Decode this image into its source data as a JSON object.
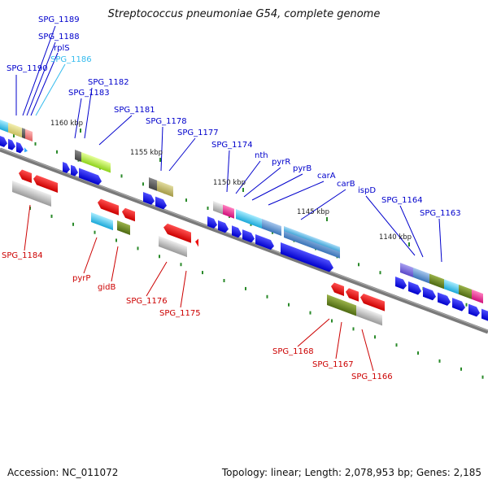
{
  "header": {
    "title": "Streptococcus pneumoniae G54, complete genome"
  },
  "footer": {
    "accession": "Accession: NC_011072",
    "summary": "Topology: linear; Length: 2,078,953 bp; Genes: 2,185"
  },
  "scale_ticks": [
    {
      "label": "1160 kbp"
    },
    {
      "label": "1155 kbp"
    },
    {
      "label": "1150 kbp"
    },
    {
      "label": "1145 kbp"
    },
    {
      "label": "1140 kbp"
    }
  ],
  "gene_labels": [
    {
      "text": "SPG_1189",
      "color": "#0000cc"
    },
    {
      "text": "SPG_1188",
      "color": "#0000cc"
    },
    {
      "text": "rplS",
      "color": "#0000cc"
    },
    {
      "text": "SPG_1186",
      "color": "#33bbee"
    },
    {
      "text": "SPG_1190",
      "color": "#0000cc"
    },
    {
      "text": "SPG_1182",
      "color": "#0000cc"
    },
    {
      "text": "SPG_1183",
      "color": "#0000cc"
    },
    {
      "text": "SPG_1181",
      "color": "#0000cc"
    },
    {
      "text": "SPG_1178",
      "color": "#0000cc"
    },
    {
      "text": "SPG_1177",
      "color": "#0000cc"
    },
    {
      "text": "SPG_1174",
      "color": "#0000cc"
    },
    {
      "text": "nth",
      "color": "#0000cc"
    },
    {
      "text": "pyrR",
      "color": "#0000cc"
    },
    {
      "text": "pyrB",
      "color": "#0000cc"
    },
    {
      "text": "carA",
      "color": "#0000cc"
    },
    {
      "text": "carB",
      "color": "#0000cc"
    },
    {
      "text": "ispD",
      "color": "#0000cc"
    },
    {
      "text": "SPG_1164",
      "color": "#0000cc"
    },
    {
      "text": "SPG_1163",
      "color": "#0000cc"
    },
    {
      "text": "SPG_1184",
      "color": "#cc0000"
    },
    {
      "text": "pyrP",
      "color": "#cc0000"
    },
    {
      "text": "gidB",
      "color": "#cc0000"
    },
    {
      "text": "SPG_1176",
      "color": "#cc0000"
    },
    {
      "text": "SPG_1175",
      "color": "#cc0000"
    },
    {
      "text": "SPG_1168",
      "color": "#cc0000"
    },
    {
      "text": "SPG_1167",
      "color": "#cc0000"
    },
    {
      "text": "SPG_1166",
      "color": "#cc0000"
    }
  ],
  "colors": {
    "backbone": "#777777",
    "forward_arrow": "#1a1aee",
    "reverse_arrow": "#ee1111",
    "tick": "#228822",
    "forward_label": "#0000cc",
    "reverse_label": "#cc0000",
    "highlight_label": "#33bbee"
  }
}
